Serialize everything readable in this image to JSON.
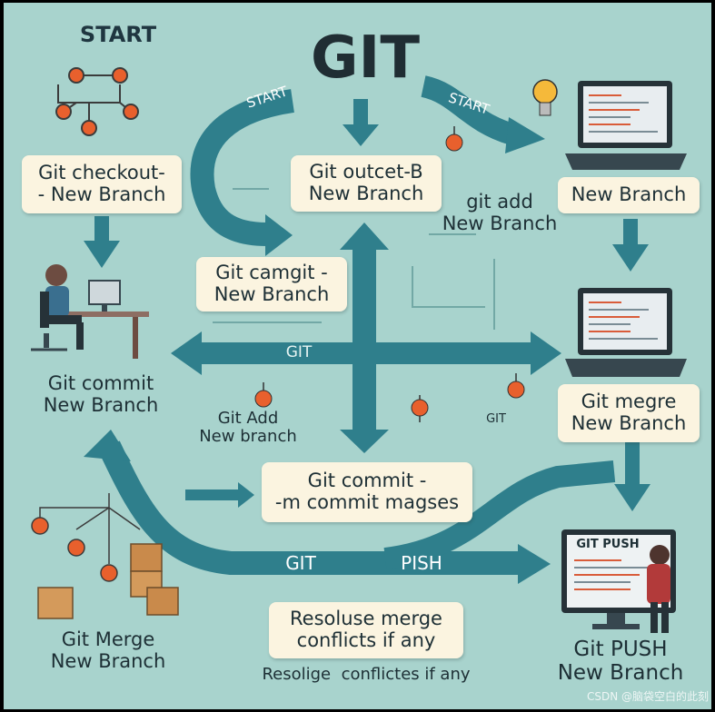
{
  "title": "GIT",
  "start_label": "START",
  "arrow_labels": {
    "start_left": "START",
    "start_right": "START",
    "git_mid": "GIT",
    "git_bottom": "GIT",
    "push_bottom": "PISH",
    "git_small": "GIT"
  },
  "boxes": {
    "checkout": [
      "Git checkout-",
      "- New Branch"
    ],
    "outcet": [
      "Git outcet-B",
      "New Branch"
    ],
    "new_branch": [
      "New Branch"
    ],
    "camgit": [
      "Git camgit -",
      "New Branch"
    ],
    "commit_box": [
      "Git commit -",
      "-m commit magses"
    ],
    "merge_right": [
      "Git megre",
      "New Branch"
    ],
    "resolve": [
      "Resoluse merge",
      "conflicts if any"
    ]
  },
  "labels": {
    "git_add_right": [
      "git add",
      "New Branch"
    ],
    "commit_left": [
      "Git commit",
      "New Branch"
    ],
    "git_add_mid": [
      "Git Add",
      "New branch"
    ],
    "merge_left": [
      "Git Merge",
      "New Branch"
    ],
    "push_right": [
      "Git PUSH",
      "New Branch"
    ],
    "resolve_bottom": "Resolige  conflictes if any",
    "monitor_text": "GIT PUSH"
  },
  "watermark": "CSDN @脑袋空白的此刻",
  "colors": {
    "background": "#a8d3cd",
    "arrow": "#2f7f8c",
    "arrow_dark": "#256a76",
    "box": "#fbf4e0",
    "node": "#e8602d",
    "text": "#1d2f35"
  },
  "icons": [
    "commit-graph-icon",
    "lightbulb-icon",
    "laptop-icon",
    "developer-at-desk-icon",
    "commit-node-icon",
    "package-box-icon",
    "developer-at-monitor-icon"
  ]
}
